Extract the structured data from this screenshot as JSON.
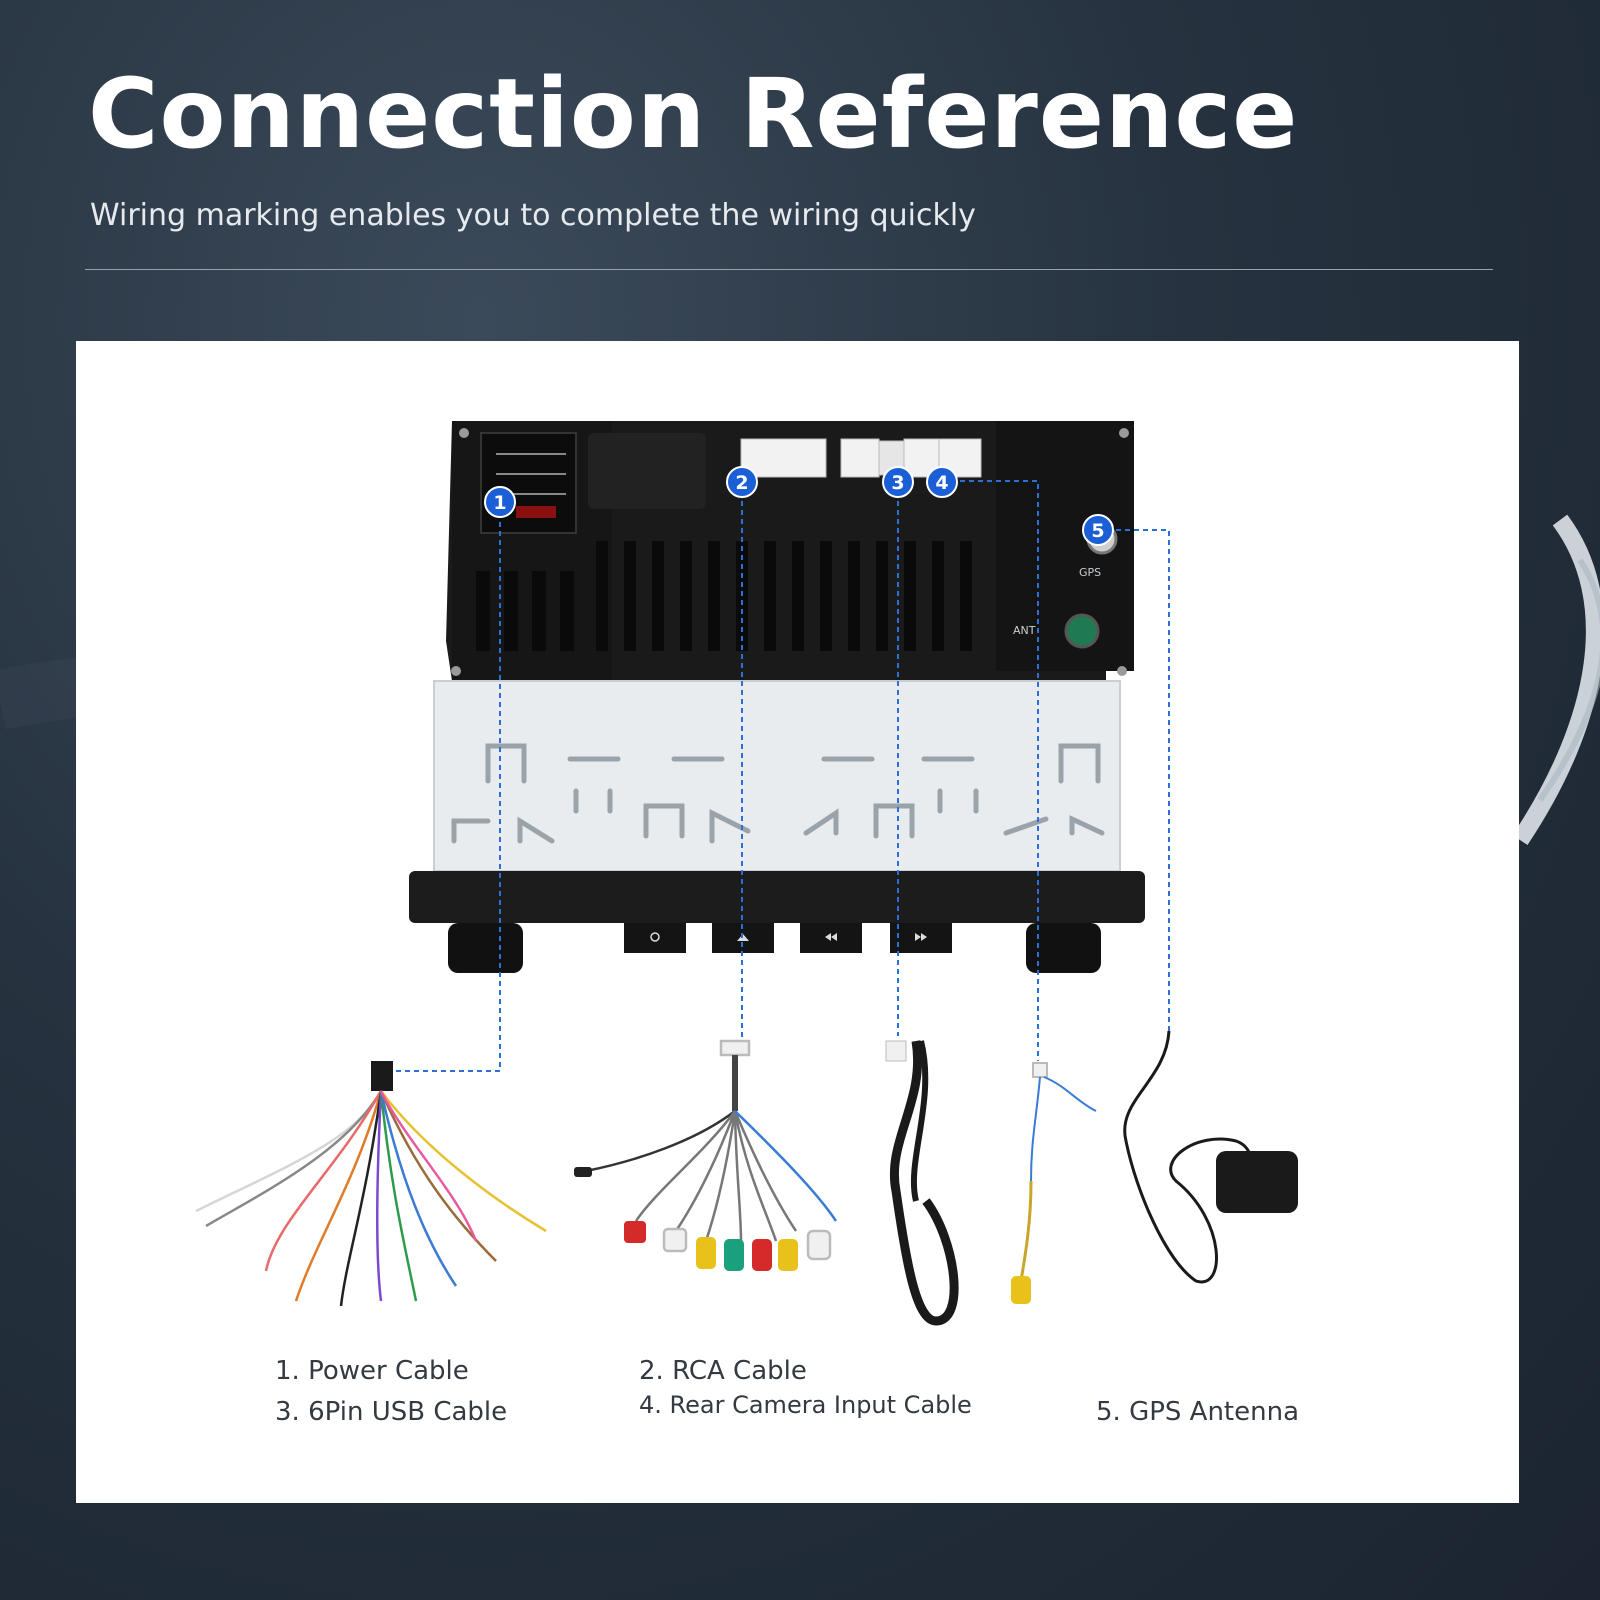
{
  "page": {
    "title": "Connection Reference",
    "subtitle": "Wiring marking enables you to complete the wiring quickly"
  },
  "unit": {
    "port_markings": [
      "GPS",
      "ANT"
    ]
  },
  "badges": [
    "1",
    "2",
    "3",
    "4",
    "5"
  ],
  "labels": {
    "power": "1. Power Cable",
    "rca": "2. RCA Cable",
    "usb": "3. 6Pin USB Cable",
    "camera": "4. Rear Camera Input Cable",
    "gps": "5. GPS Antenna"
  },
  "colors": {
    "accent": "#1f6fe0",
    "badge": "#1a5fd6",
    "leader": "#2d6fd8",
    "background": "#26323f"
  }
}
